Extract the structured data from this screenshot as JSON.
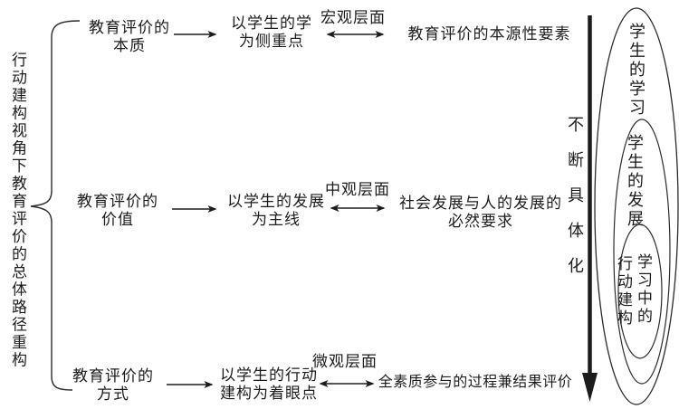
{
  "figure": {
    "title_vertical": "行动建构视角下教育评价的总体路径重构",
    "rows": [
      {
        "source_lines": [
          "教育评价的",
          "本质"
        ],
        "focus_lines": [
          "以学生的学",
          "为侧重点"
        ],
        "level_label": "宏观层面",
        "outcome_lines": [
          "教育评价的本源性要素"
        ]
      },
      {
        "source_lines": [
          "教育评价的",
          "价值"
        ],
        "focus_lines": [
          "以学生的发展",
          "为主线"
        ],
        "level_label": "中观层面",
        "outcome_lines": [
          "社会发展与人的发展的",
          "必然要求"
        ]
      },
      {
        "source_lines": [
          "教育评价的",
          "方式"
        ],
        "focus_lines": [
          "以学生的行动",
          "建构为着眼点"
        ],
        "level_label": "微观层面",
        "outcome_lines": [
          "全素质参与的过程兼结果评价"
        ]
      }
    ],
    "deepening_axis": {
      "label": "不断具体化"
    },
    "nested_model": {
      "outer_label": "学生的学习",
      "middle_label": "学生的发展",
      "inner_label_right_column": "学习中的",
      "inner_label_left_column": "行动建构"
    },
    "colors": {
      "ink": "#1c1c1c",
      "line": "#2b2b2b",
      "background": "#ffffff"
    }
  }
}
